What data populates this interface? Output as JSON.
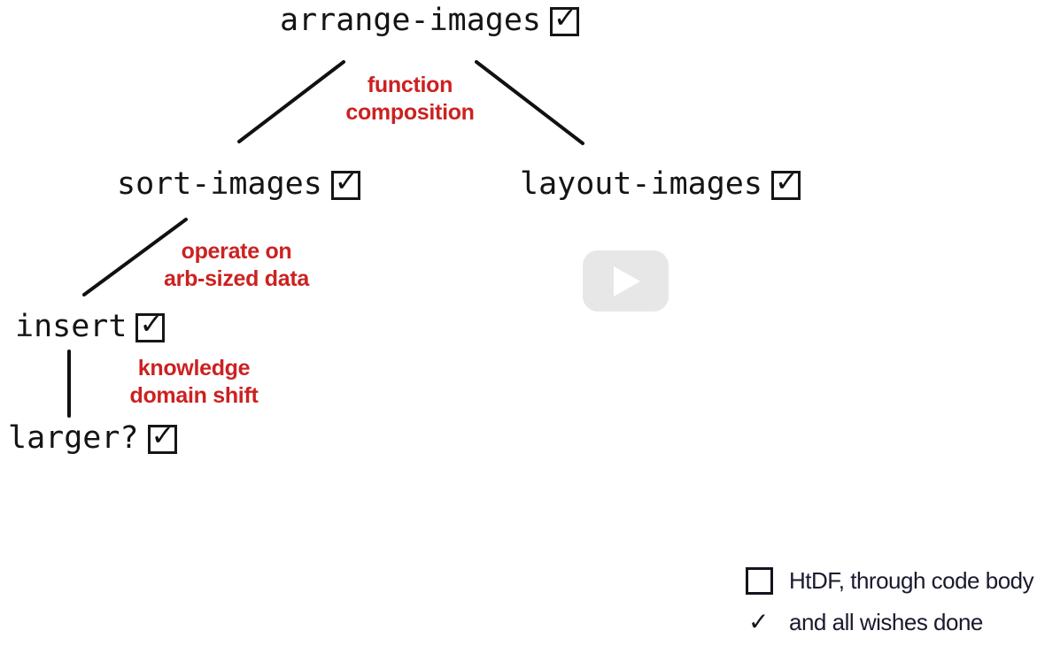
{
  "colors": {
    "node_text": "#141414",
    "annotation_red": "#cc2121",
    "edge_line": "#111111",
    "play_button_bg": "#e7e7e7",
    "play_triangle": "#ffffff",
    "legend_text": "#1a1a2e"
  },
  "check_glyph": "✓",
  "tree": {
    "nodes": [
      {
        "label": "arrange-images",
        "checked": true
      },
      {
        "label": "sort-images",
        "checked": true
      },
      {
        "label": "layout-images",
        "checked": true
      },
      {
        "label": "insert",
        "checked": true
      },
      {
        "label": "larger?",
        "checked": true
      }
    ],
    "edge_labels": [
      {
        "line1": "function",
        "line2": "composition"
      },
      {
        "line1": "operate on",
        "line2": "arb-sized data"
      },
      {
        "line1": "knowledge",
        "line2": "domain shift"
      }
    ]
  },
  "video": {
    "play_button_icon": "youtube-play-icon"
  },
  "legend": {
    "items": [
      {
        "symbol": "empty-checkbox",
        "text": "HtDF, through code body"
      },
      {
        "symbol": "checkmark",
        "text": "and all wishes done"
      }
    ]
  }
}
